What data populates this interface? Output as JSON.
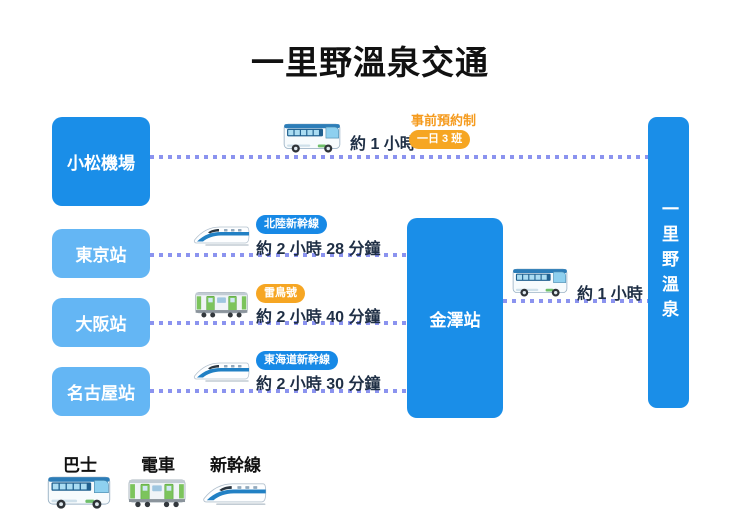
{
  "title": "一里野溫泉交通",
  "destination": {
    "label": "一里野溫泉"
  },
  "hub": {
    "label": "金澤站"
  },
  "origins": {
    "komatsu": {
      "label": "小松機場"
    },
    "tokyo": {
      "label": "東京站"
    },
    "osaka": {
      "label": "大阪站"
    },
    "nagoya": {
      "label": "名古屋站"
    }
  },
  "routes": {
    "komatsu_bus": {
      "duration": "約 1 小時",
      "note": "事前預約制",
      "frequency": "一日 3 班"
    },
    "tokyo_shinkansen": {
      "line": "北陸新幹線",
      "duration": "約 2 小時 28 分鐘"
    },
    "osaka_train": {
      "line": "雷鳥號",
      "duration": "約 2 小時 40 分鐘"
    },
    "nagoya_shinkansen": {
      "line": "東海道新幹線",
      "duration": "約 2 小時 30 分鐘"
    },
    "kanazawa_bus": {
      "duration": "約 1 小時"
    }
  },
  "legend": {
    "bus": "巴士",
    "train": "電車",
    "shinkansen": "新幹線"
  },
  "colors": {
    "primary_blue": "#1a8ee8",
    "light_blue": "#64b6f4",
    "badge_blue": "#1789e6",
    "orange": "#f6a623",
    "orange_text": "#f59b1e",
    "dot_line": "#8b93ef",
    "text_dark": "#1f2f45",
    "title_black": "#111111"
  }
}
